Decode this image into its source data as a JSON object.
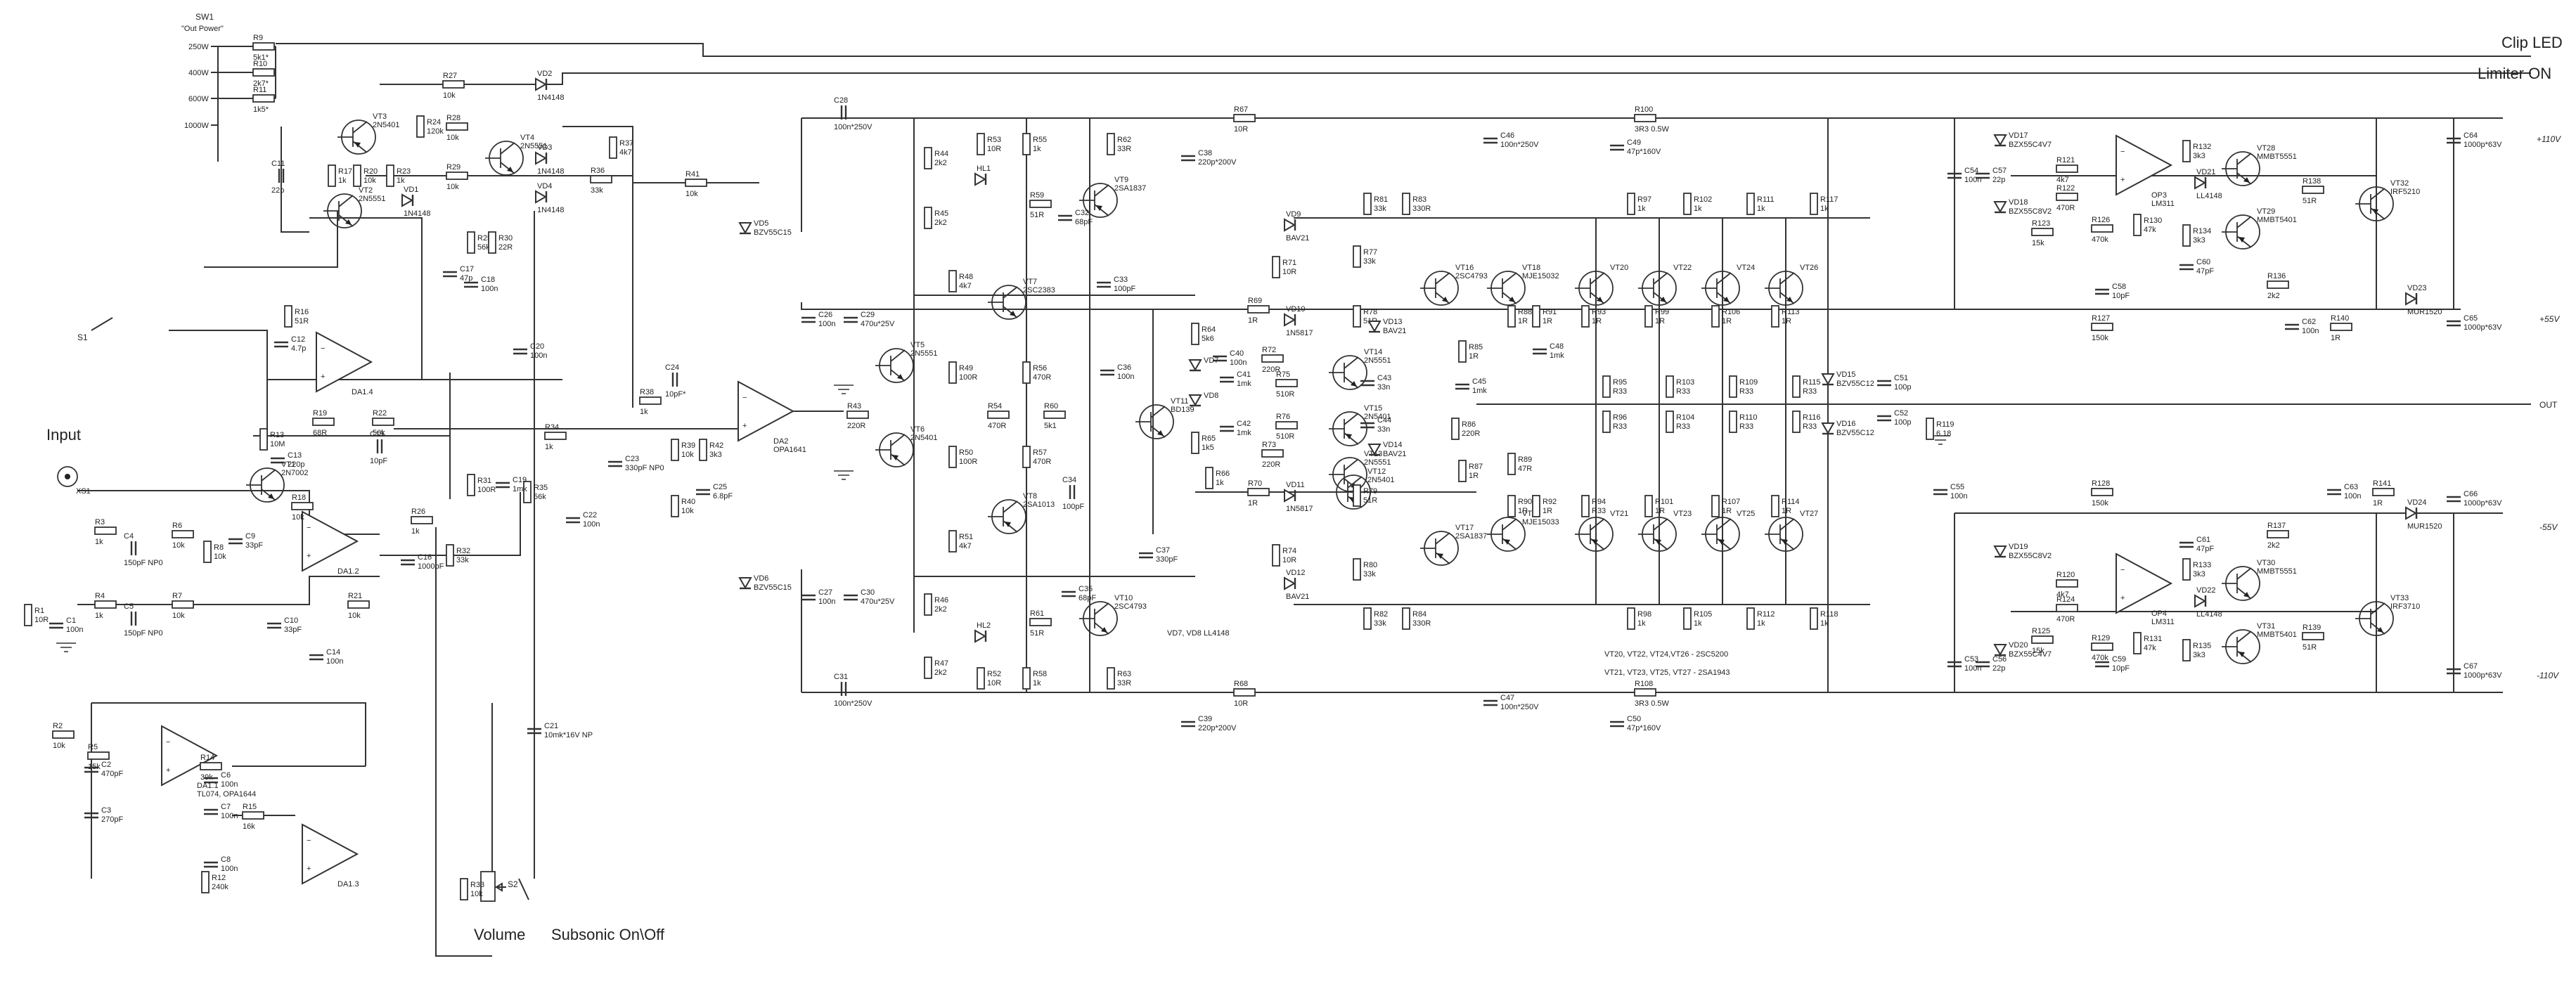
{
  "sw1": {
    "title": "SW1",
    "subtitle": "\"Out Power\"",
    "options": [
      "250W",
      "400W",
      "600W",
      "1000W"
    ]
  },
  "outputs": {
    "clip": "Clip LED",
    "limiter": "Limiter ON",
    "out": "OUT"
  },
  "rails": [
    "+110V",
    "+55V",
    "-55V",
    "-110V"
  ],
  "controls": {
    "input": "Input",
    "volume": "Volume",
    "subsonic": "Subsonic On\\Off",
    "s1": "S1",
    "xs1": "XS1",
    "s2": "S2"
  },
  "notes": {
    "diodes": "VD7, VD8 LL4148",
    "npn_out": "VT20, VT22, VT24,VT26 - 2SC5200",
    "pnp_out": "VT21, VT23, VT25, VT27 - 2SA1943"
  },
  "opamps": [
    {
      "ref": "DA1.4",
      "part": ""
    },
    {
      "ref": "DA1.2",
      "part": ""
    },
    {
      "ref": "DA1.1",
      "part": "TL074, OPA1644"
    },
    {
      "ref": "DA1.3",
      "part": ""
    },
    {
      "ref": "DA2",
      "part": "OPA1641"
    },
    {
      "ref": "OP3",
      "part": "LM311"
    },
    {
      "ref": "OP4",
      "part": "LM311"
    }
  ],
  "transistors": [
    {
      "ref": "VT1",
      "part": "2N7002"
    },
    {
      "ref": "VT2",
      "part": "2N5551"
    },
    {
      "ref": "VT3",
      "part": "2N5401"
    },
    {
      "ref": "VT4",
      "part": "2N5551"
    },
    {
      "ref": "VT5",
      "part": "2N5551"
    },
    {
      "ref": "VT6",
      "part": "2N5401"
    },
    {
      "ref": "VT7",
      "part": "2SC2383"
    },
    {
      "ref": "VT8",
      "part": "2SA1013"
    },
    {
      "ref": "VT9",
      "part": "2SA1837"
    },
    {
      "ref": "VT10",
      "part": "2SC4793"
    },
    {
      "ref": "VT11",
      "part": "BD139"
    },
    {
      "ref": "VT12",
      "part": "2N5401"
    },
    {
      "ref": "VT13",
      "part": "2N5551"
    },
    {
      "ref": "VT14",
      "part": "2N5551"
    },
    {
      "ref": "VT15",
      "part": "2N5401"
    },
    {
      "ref": "VT16",
      "part": "2SC4793"
    },
    {
      "ref": "VT17",
      "part": "2SA1837"
    },
    {
      "ref": "VT18",
      "part": "MJE15032"
    },
    {
      "ref": "VT19",
      "part": "MJE15033"
    },
    {
      "ref": "VT20",
      "part": ""
    },
    {
      "ref": "VT21",
      "part": ""
    },
    {
      "ref": "VT22",
      "part": ""
    },
    {
      "ref": "VT23",
      "part": ""
    },
    {
      "ref": "VT24",
      "part": ""
    },
    {
      "ref": "VT25",
      "part": ""
    },
    {
      "ref": "VT26",
      "part": ""
    },
    {
      "ref": "VT27",
      "part": ""
    },
    {
      "ref": "VT28",
      "part": "MMBT5551"
    },
    {
      "ref": "VT29",
      "part": "MMBT5401"
    },
    {
      "ref": "VT30",
      "part": "MMBT5551"
    },
    {
      "ref": "VT31",
      "part": "MMBT5401"
    },
    {
      "ref": "VT32",
      "part": "IRF5210"
    },
    {
      "ref": "VT33",
      "part": "IRF3710"
    }
  ],
  "resistors": [
    {
      "ref": "R1",
      "val": "10R"
    },
    {
      "ref": "R2",
      "val": "10k"
    },
    {
      "ref": "R3",
      "val": "1k"
    },
    {
      "ref": "R4",
      "val": "1k"
    },
    {
      "ref": "R5",
      "val": "15k"
    },
    {
      "ref": "R6",
      "val": "10k"
    },
    {
      "ref": "R7",
      "val": "10k"
    },
    {
      "ref": "R8",
      "val": "10k"
    },
    {
      "ref": "R9",
      "val": "5k1*"
    },
    {
      "ref": "R10",
      "val": "2k7*"
    },
    {
      "ref": "R11",
      "val": "1k5*"
    },
    {
      "ref": "R12",
      "val": "240k"
    },
    {
      "ref": "R13",
      "val": "10M"
    },
    {
      "ref": "R14",
      "val": "39k"
    },
    {
      "ref": "R15",
      "val": "16k"
    },
    {
      "ref": "R16",
      "val": "51R"
    },
    {
      "ref": "R17",
      "val": "1k"
    },
    {
      "ref": "R18",
      "val": "10k"
    },
    {
      "ref": "R19",
      "val": "68R"
    },
    {
      "ref": "R20",
      "val": "10k"
    },
    {
      "ref": "R21",
      "val": "10k"
    },
    {
      "ref": "R22",
      "val": "56k"
    },
    {
      "ref": "R23",
      "val": "1k"
    },
    {
      "ref": "R24",
      "val": "120k"
    },
    {
      "ref": "R25",
      "val": "56k"
    },
    {
      "ref": "R26",
      "val": "1k"
    },
    {
      "ref": "R27",
      "val": "10k"
    },
    {
      "ref": "R28",
      "val": "10k"
    },
    {
      "ref": "R29",
      "val": "10k"
    },
    {
      "ref": "R30",
      "val": "22R"
    },
    {
      "ref": "R31",
      "val": "100R"
    },
    {
      "ref": "R32",
      "val": "33k"
    },
    {
      "ref": "R33",
      "val": "10k"
    },
    {
      "ref": "R34",
      "val": "1k"
    },
    {
      "ref": "R35",
      "val": "56k"
    },
    {
      "ref": "R36",
      "val": "33k"
    },
    {
      "ref": "R37",
      "val": "4k7"
    },
    {
      "ref": "R38",
      "val": "1k"
    },
    {
      "ref": "R39",
      "val": "10k"
    },
    {
      "ref": "R40",
      "val": "10k"
    },
    {
      "ref": "R41",
      "val": "10k"
    },
    {
      "ref": "R42",
      "val": "3k3"
    },
    {
      "ref": "R43",
      "val": "220R"
    },
    {
      "ref": "R44",
      "val": "2k2"
    },
    {
      "ref": "R45",
      "val": "2k2"
    },
    {
      "ref": "R46",
      "val": "2k2"
    },
    {
      "ref": "R47",
      "val": "2k2"
    },
    {
      "ref": "R48",
      "val": "4k7"
    },
    {
      "ref": "R49",
      "val": "100R"
    },
    {
      "ref": "R50",
      "val": "100R"
    },
    {
      "ref": "R51",
      "val": "4k7"
    },
    {
      "ref": "R52",
      "val": "10R"
    },
    {
      "ref": "R53",
      "val": "10R"
    },
    {
      "ref": "R54",
      "val": "470R"
    },
    {
      "ref": "R55",
      "val": "1k"
    },
    {
      "ref": "R56",
      "val": "470R"
    },
    {
      "ref": "R57",
      "val": "470R"
    },
    {
      "ref": "R58",
      "val": "1k"
    },
    {
      "ref": "R59",
      "val": "51R"
    },
    {
      "ref": "R60",
      "val": "5k1"
    },
    {
      "ref": "R61",
      "val": "51R"
    },
    {
      "ref": "R62",
      "val": "33R"
    },
    {
      "ref": "R63",
      "val": "33R"
    },
    {
      "ref": "R64",
      "val": "5k6"
    },
    {
      "ref": "R65",
      "val": "1k5"
    },
    {
      "ref": "R66",
      "val": "1k"
    },
    {
      "ref": "R67",
      "val": "10R"
    },
    {
      "ref": "R68",
      "val": "10R"
    },
    {
      "ref": "R69",
      "val": "1R"
    },
    {
      "ref": "R70",
      "val": "1R"
    },
    {
      "ref": "R71",
      "val": "10R"
    },
    {
      "ref": "R72",
      "val": "220R"
    },
    {
      "ref": "R73",
      "val": "220R"
    },
    {
      "ref": "R74",
      "val": "10R"
    },
    {
      "ref": "R75",
      "val": "510R"
    },
    {
      "ref": "R76",
      "val": "510R"
    },
    {
      "ref": "R77",
      "val": "33k"
    },
    {
      "ref": "R78",
      "val": "51R"
    },
    {
      "ref": "R79",
      "val": "51R"
    },
    {
      "ref": "R80",
      "val": "33k"
    },
    {
      "ref": "R81",
      "val": "33k"
    },
    {
      "ref": "R82",
      "val": "33k"
    },
    {
      "ref": "R83",
      "val": "330R"
    },
    {
      "ref": "R84",
      "val": "330R"
    },
    {
      "ref": "R85",
      "val": "1R"
    },
    {
      "ref": "R86",
      "val": "220R"
    },
    {
      "ref": "R87",
      "val": "1R"
    },
    {
      "ref": "R88",
      "val": "1R"
    },
    {
      "ref": "R89",
      "val": "47R"
    },
    {
      "ref": "R90",
      "val": "1R"
    },
    {
      "ref": "R91",
      "val": "1R"
    },
    {
      "ref": "R92",
      "val": "1R"
    },
    {
      "ref": "R93",
      "val": "1R"
    },
    {
      "ref": "R94",
      "val": "R33"
    },
    {
      "ref": "R95",
      "val": "R33"
    },
    {
      "ref": "R96",
      "val": "R33"
    },
    {
      "ref": "R97",
      "val": "1k"
    },
    {
      "ref": "R98",
      "val": "1k"
    },
    {
      "ref": "R99",
      "val": "1R"
    },
    {
      "ref": "R100",
      "val": "3R3 0.5W"
    },
    {
      "ref": "R101",
      "val": "1R"
    },
    {
      "ref": "R102",
      "val": "1k"
    },
    {
      "ref": "R103",
      "val": "R33"
    },
    {
      "ref": "R104",
      "val": "R33"
    },
    {
      "ref": "R105",
      "val": "1k"
    },
    {
      "ref": "R106",
      "val": "1R"
    },
    {
      "ref": "R107",
      "val": "1R"
    },
    {
      "ref": "R108",
      "val": "3R3 0.5W"
    },
    {
      "ref": "R109",
      "val": "R33"
    },
    {
      "ref": "R110",
      "val": "R33"
    },
    {
      "ref": "R111",
      "val": "1k"
    },
    {
      "ref": "R112",
      "val": "1k"
    },
    {
      "ref": "R113",
      "val": "1R"
    },
    {
      "ref": "R114",
      "val": "1R"
    },
    {
      "ref": "R115",
      "val": "R33"
    },
    {
      "ref": "R116",
      "val": "R33"
    },
    {
      "ref": "R117",
      "val": "1k"
    },
    {
      "ref": "R118",
      "val": "1k"
    },
    {
      "ref": "R119",
      "val": "6.18"
    },
    {
      "ref": "R120",
      "val": "4k7"
    },
    {
      "ref": "R121",
      "val": "4k7"
    },
    {
      "ref": "R122",
      "val": "470R"
    },
    {
      "ref": "R123",
      "val": "15k"
    },
    {
      "ref": "R124",
      "val": "470R"
    },
    {
      "ref": "R125",
      "val": "15k"
    },
    {
      "ref": "R126",
      "val": "470k"
    },
    {
      "ref": "R127",
      "val": "150k"
    },
    {
      "ref": "R128",
      "val": "150k"
    },
    {
      "ref": "R129",
      "val": "470k"
    },
    {
      "ref": "R130",
      "val": "47k"
    },
    {
      "ref": "R131",
      "val": "47k"
    },
    {
      "ref": "R132",
      "val": "3k3"
    },
    {
      "ref": "R133",
      "val": "3k3"
    },
    {
      "ref": "R134",
      "val": "3k3"
    },
    {
      "ref": "R135",
      "val": "3k3"
    },
    {
      "ref": "R136",
      "val": "2k2"
    },
    {
      "ref": "R137",
      "val": "2k2"
    },
    {
      "ref": "R138",
      "val": "51R"
    },
    {
      "ref": "R139",
      "val": "51R"
    },
    {
      "ref": "R140",
      "val": "1R"
    },
    {
      "ref": "R141",
      "val": "1R"
    }
  ],
  "capacitors": [
    {
      "ref": "C1",
      "val": "100n"
    },
    {
      "ref": "C2",
      "val": "470pF"
    },
    {
      "ref": "C3",
      "val": "270pF"
    },
    {
      "ref": "C4",
      "val": "150pF NP0"
    },
    {
      "ref": "C5",
      "val": "150pF NP0"
    },
    {
      "ref": "C6",
      "val": "100n"
    },
    {
      "ref": "C7",
      "val": "100n"
    },
    {
      "ref": "C8",
      "val": "100n"
    },
    {
      "ref": "C9",
      "val": "33pF"
    },
    {
      "ref": "C10",
      "val": "33pF"
    },
    {
      "ref": "C11",
      "val": "22p"
    },
    {
      "ref": "C12",
      "val": "4.7p"
    },
    {
      "ref": "C13",
      "val": "220p"
    },
    {
      "ref": "C14",
      "val": "100n"
    },
    {
      "ref": "C15",
      "val": "10pF"
    },
    {
      "ref": "C16",
      "val": "1000pF"
    },
    {
      "ref": "C17",
      "val": "47p"
    },
    {
      "ref": "C18",
      "val": "100n"
    },
    {
      "ref": "C19",
      "val": "1mk"
    },
    {
      "ref": "C20",
      "val": "100n"
    },
    {
      "ref": "C21",
      "val": "10mk*16V NP"
    },
    {
      "ref": "C22",
      "val": "100n"
    },
    {
      "ref": "C23",
      "val": "330pF NP0"
    },
    {
      "ref": "C24",
      "val": "10pF*"
    },
    {
      "ref": "C25",
      "val": "6.8pF"
    },
    {
      "ref": "C26",
      "val": "100n"
    },
    {
      "ref": "C27",
      "val": "100n"
    },
    {
      "ref": "C28",
      "val": "100n*250V"
    },
    {
      "ref": "C29",
      "val": "470u*25V"
    },
    {
      "ref": "C30",
      "val": "470u*25V"
    },
    {
      "ref": "C31",
      "val": "100n*250V"
    },
    {
      "ref": "C32",
      "val": "68pF"
    },
    {
      "ref": "C33",
      "val": "100pF"
    },
    {
      "ref": "C34",
      "val": "100pF"
    },
    {
      "ref": "C35",
      "val": "68pF"
    },
    {
      "ref": "C36",
      "val": "100n"
    },
    {
      "ref": "C37",
      "val": "330pF"
    },
    {
      "ref": "C38",
      "val": "220p*200V"
    },
    {
      "ref": "C39",
      "val": "220p*200V"
    },
    {
      "ref": "C40",
      "val": "100n"
    },
    {
      "ref": "C41",
      "val": "1mk"
    },
    {
      "ref": "C42",
      "val": "1mk"
    },
    {
      "ref": "C43",
      "val": "33n"
    },
    {
      "ref": "C44",
      "val": "33n"
    },
    {
      "ref": "C45",
      "val": "1mk"
    },
    {
      "ref": "C46",
      "val": "100n*250V"
    },
    {
      "ref": "C47",
      "val": "100n*250V"
    },
    {
      "ref": "C48",
      "val": "1mk"
    },
    {
      "ref": "C49",
      "val": "47p*160V"
    },
    {
      "ref": "C50",
      "val": "47p*160V"
    },
    {
      "ref": "C51",
      "val": "100p"
    },
    {
      "ref": "C52",
      "val": "100p"
    },
    {
      "ref": "C53",
      "val": "100n"
    },
    {
      "ref": "C54",
      "val": "100n"
    },
    {
      "ref": "C55",
      "val": "100n"
    },
    {
      "ref": "C56",
      "val": "22p"
    },
    {
      "ref": "C57",
      "val": "22p"
    },
    {
      "ref": "C58",
      "val": "10pF"
    },
    {
      "ref": "C59",
      "val": "10pF"
    },
    {
      "ref": "C60",
      "val": "47pF"
    },
    {
      "ref": "C61",
      "val": "47pF"
    },
    {
      "ref": "C62",
      "val": "100n"
    },
    {
      "ref": "C63",
      "val": "100n"
    },
    {
      "ref": "C64",
      "val": "1000p*63V"
    },
    {
      "ref": "C65",
      "val": "1000p*63V"
    },
    {
      "ref": "C66",
      "val": "1000p*63V"
    },
    {
      "ref": "C67",
      "val": "1000p*63V"
    }
  ],
  "diodes": [
    {
      "ref": "VD1",
      "val": "1N4148"
    },
    {
      "ref": "VD2",
      "val": "1N4148"
    },
    {
      "ref": "VD3",
      "val": "1N4148"
    },
    {
      "ref": "VD4",
      "val": "1N4148"
    },
    {
      "ref": "VD5",
      "val": "BZV55C15"
    },
    {
      "ref": "VD6",
      "val": "BZV55C15"
    },
    {
      "ref": "VD7",
      "val": ""
    },
    {
      "ref": "VD8",
      "val": ""
    },
    {
      "ref": "VD9",
      "val": "BAV21"
    },
    {
      "ref": "VD10",
      "val": "1N5817"
    },
    {
      "ref": "VD11",
      "val": "1N5817"
    },
    {
      "ref": "VD12",
      "val": "BAV21"
    },
    {
      "ref": "VD13",
      "val": "BAV21"
    },
    {
      "ref": "VD14",
      "val": "BAV21"
    },
    {
      "ref": "VD15",
      "val": "BZV55C12"
    },
    {
      "ref": "VD16",
      "val": "BZV55C12"
    },
    {
      "ref": "VD17",
      "val": "BZX55C4V7"
    },
    {
      "ref": "VD18",
      "val": "BZX55C8V2"
    },
    {
      "ref": "VD19",
      "val": "BZX55C8V2"
    },
    {
      "ref": "VD20",
      "val": "BZX55C4V7"
    },
    {
      "ref": "VD21",
      "val": "LL4148"
    },
    {
      "ref": "VD22",
      "val": "LL4148"
    },
    {
      "ref": "VD23",
      "val": "MUR1520"
    },
    {
      "ref": "VD24",
      "val": "MUR1520"
    },
    {
      "ref": "HL1",
      "val": ""
    },
    {
      "ref": "HL2",
      "val": ""
    }
  ]
}
